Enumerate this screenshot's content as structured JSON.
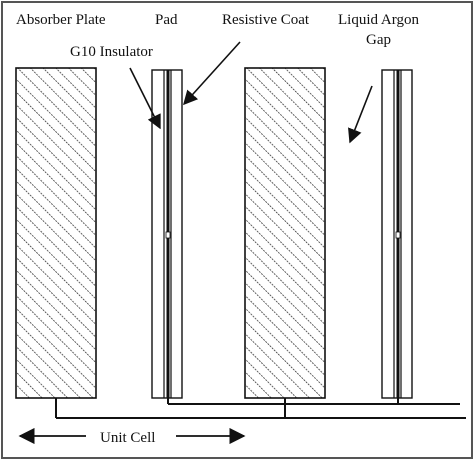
{
  "labels": {
    "absorber_plate": "Absorber Plate",
    "pad": "Pad",
    "g10_insulator": "G10 Insulator",
    "resistive_coat": "Resistive Coat",
    "liquid_argon_line1": "Liquid Argon",
    "liquid_argon_line2": "Gap",
    "unit_cell": "Unit Cell"
  },
  "colors": {
    "stroke": "#111111",
    "background": "#ffffff",
    "border": "#555555"
  }
}
